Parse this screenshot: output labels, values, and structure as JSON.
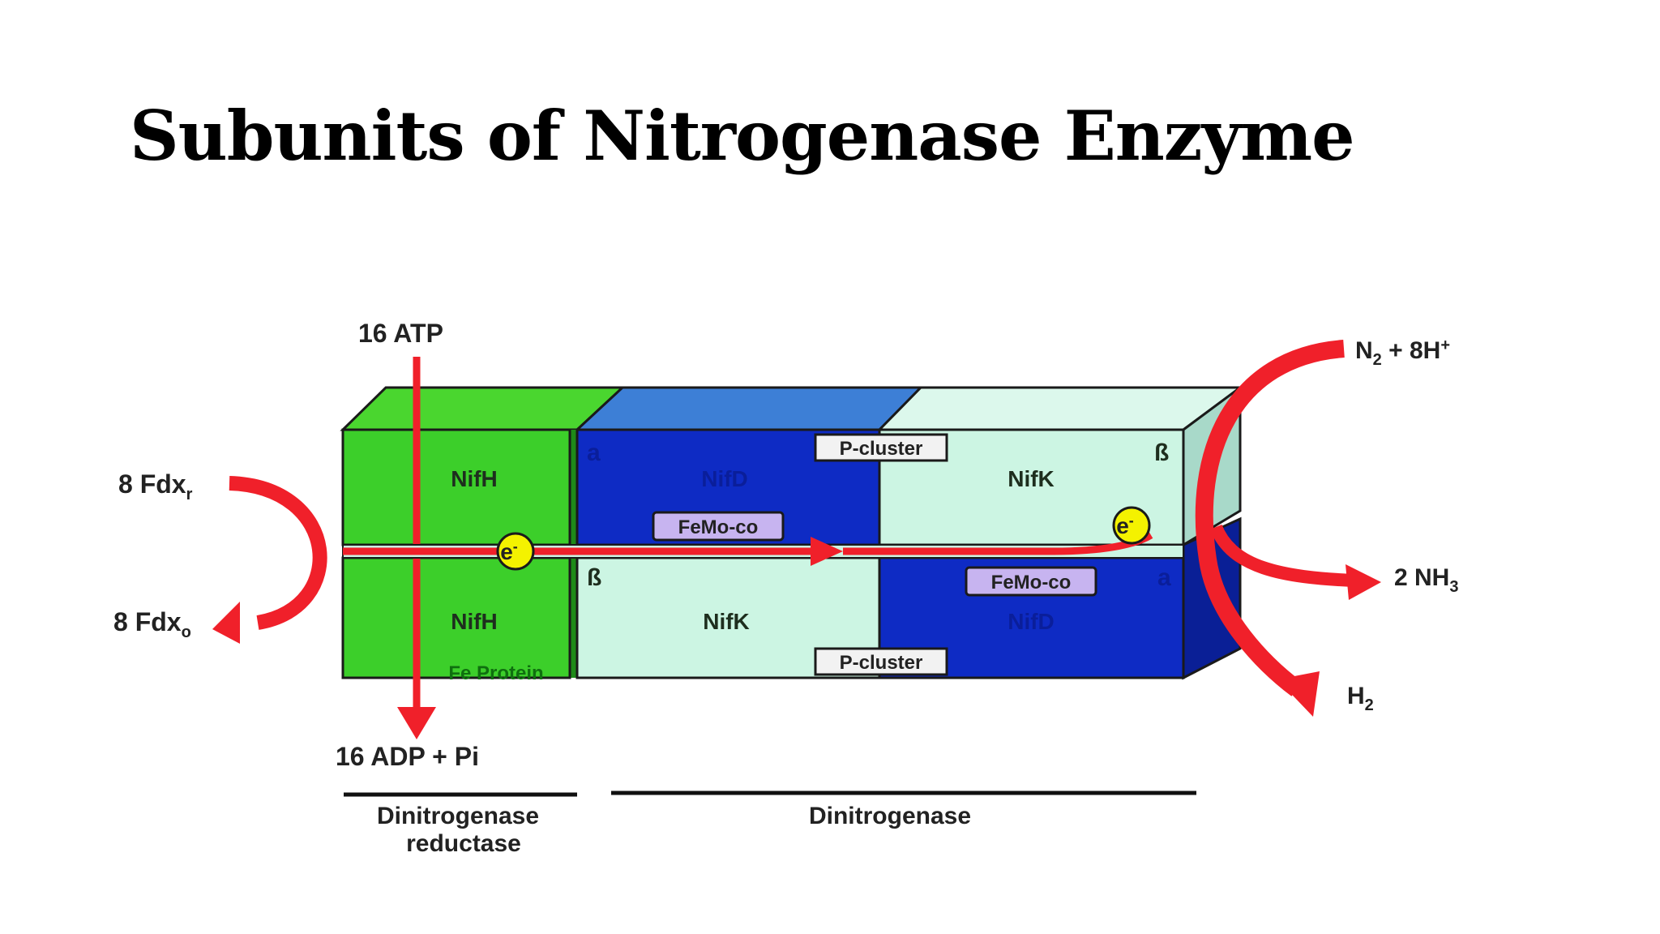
{
  "title": "Subunits of Nitrogenase Enzyme",
  "diagram": {
    "inputs": {
      "atp": "16 ATP",
      "adp": "16 ADP + Pi",
      "fdx_reduced": "8 Fdx",
      "fdx_reduced_sub": "r",
      "fdx_oxidized": "8 Fdx",
      "fdx_oxidized_sub": "o",
      "n2_a": "N",
      "n2_sub": "2",
      "n2_b": " + 8H",
      "n2_sup": "+",
      "nh3_a": "2 NH",
      "nh3_sub": "3",
      "h2_a": "H",
      "h2_sub": "2"
    },
    "blocks": {
      "nifh_top": "NifH",
      "nifh_bottom": "NifH",
      "fe_protein": "Fe Protein",
      "nifd_top": "NifD",
      "nifk_top": "NifK",
      "nifk_bottom": "NifK",
      "nifd_bottom": "NifD",
      "alpha_top": "a",
      "beta_top": "ß",
      "beta_bottom": "ß",
      "alpha_bottom": "a",
      "p_cluster_top": "P-cluster",
      "p_cluster_bottom": "P-cluster",
      "femo_top": "FeMo-co",
      "femo_bottom": "FeMo-co",
      "electron_1": "e",
      "electron_2": "e",
      "electron_sup": "-"
    },
    "sections": {
      "reductase_line1": "Dinitrogenase",
      "reductase_line2": "reductase",
      "dinitrogenase": "Dinitrogenase"
    },
    "colors": {
      "green": "#3ccf2a",
      "blue": "#0e2bc4",
      "mint": "#ccf5e3",
      "red": "#f0202a",
      "yellow": "#f4f200",
      "lavender": "#c7b4f0"
    }
  }
}
